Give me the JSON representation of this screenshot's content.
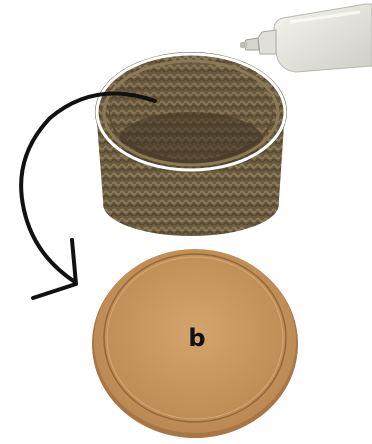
{
  "diagram": {
    "step_label": "b",
    "colors": {
      "cardboard": "#c7955c",
      "cardboard_dark": "#9e6f3c",
      "cork_rope": "#6a5a3e",
      "cork_rope_light": "#8a7a58",
      "glue_line": "#ffffff",
      "arrow": "#111111",
      "bottle_body": "#ecebe6"
    },
    "icons": [
      "glue-bottle-icon",
      "cork-rope-ring",
      "curved-arrow-icon",
      "cardboard-disc"
    ]
  }
}
